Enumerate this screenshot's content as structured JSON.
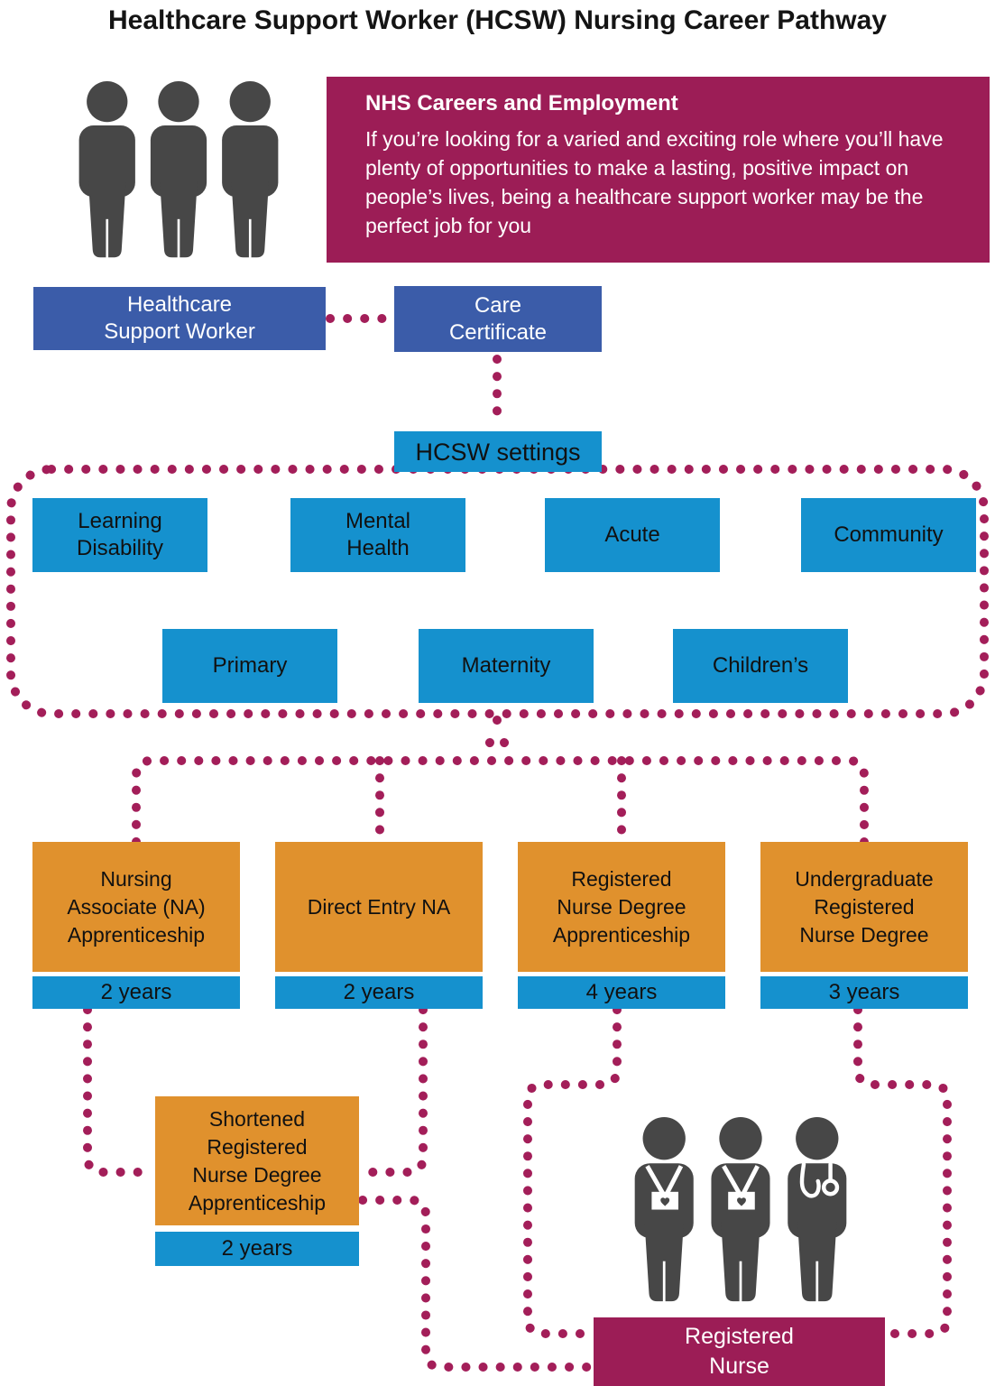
{
  "title": "Healthcare Support Worker (HCSW) Nursing Career Pathway",
  "info_panel": {
    "heading": "NHS Careers and Employment",
    "body": "If you’re looking for a varied and exciting role where you’ll have plenty of opportunities to make a lasting, positive impact on people’s lives, being a healthcare support worker may be the perfect job for you"
  },
  "entry": {
    "hcsw_label": "Healthcare\nSupport Worker",
    "care_certificate_label": "Care\nCertificate",
    "settings_title": "HCSW settings"
  },
  "settings": {
    "items": [
      {
        "label": "Learning\nDisability"
      },
      {
        "label": "Mental\nHealth"
      },
      {
        "label": "Acute"
      },
      {
        "label": "Community"
      },
      {
        "label": "Primary"
      },
      {
        "label": "Maternity"
      },
      {
        "label": "Children’s"
      }
    ]
  },
  "pathways": {
    "items": [
      {
        "label": "Nursing\nAssociate (NA)\nApprenticeship",
        "duration": "2 years"
      },
      {
        "label": "Direct Entry NA",
        "duration": "2 years"
      },
      {
        "label": "Registered\nNurse Degree\nApprenticeship",
        "duration": "4 years"
      },
      {
        "label": "Undergraduate\nRegistered\nNurse Degree",
        "duration": "3 years"
      }
    ]
  },
  "shortened": {
    "label": "Shortened\nRegistered\nNurse Degree\nApprenticeship",
    "duration": "2 years"
  },
  "registered_nurse": {
    "label": "Registered\nNurse"
  },
  "icons": {
    "hcsw_group": "three-people-icon",
    "nurse_group": "three-nurses-icon"
  },
  "colors": {
    "maroon": "#9c1d56",
    "dot_maroon": "#a31e59",
    "navy_blue": "#3b5ca9",
    "cyan_blue": "#1591ce",
    "orange": "#e0912d",
    "person_gray": "#474747"
  }
}
